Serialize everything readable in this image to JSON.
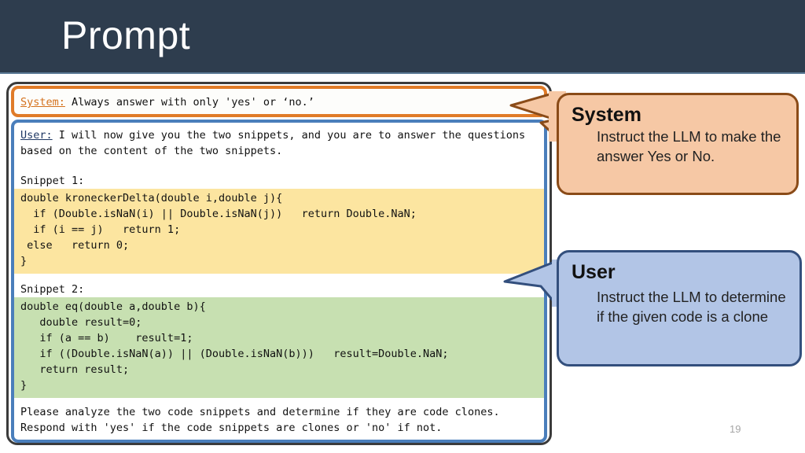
{
  "slide": {
    "title": "Prompt",
    "page_number": "19",
    "header_bg": "#2e3d4e",
    "accent_color": "#5b7a96"
  },
  "prompt": {
    "system": {
      "label": "System:",
      "text": " Always answer with only 'yes' or ‘no.’",
      "border_color": "#e07b28",
      "label_color": "#d4711c"
    },
    "user": {
      "label": "User:",
      "intro_text": " I will now give you the two snippets, and you are to answer the questions based on the content of the two snippets.",
      "border_color": "#4a7ebb",
      "label_color": "#1f3864",
      "snippet1_caption": "Snippet 1:",
      "snippet1_bg": "#fce5a0",
      "snippet1_lines": [
        "double kroneckerDelta(double i,double j){",
        "  if (Double.isNaN(i) || Double.isNaN(j))   return Double.NaN;",
        "  if (i == j)   return 1;",
        " else   return 0;",
        "}"
      ],
      "snippet2_caption": "Snippet 2:",
      "snippet2_bg": "#c7e0b1",
      "snippet2_lines": [
        "double eq(double a,double b){",
        "   double result=0;",
        "   if (a == b)    result=1;",
        "   if ((Double.isNaN(a)) || (Double.isNaN(b)))   result=Double.NaN;",
        "   return result;",
        "}"
      ],
      "closing_instruction": " Please analyze the two code snippets and determine if they are code clones. Respond with 'yes' if the code snippets are clones or 'no' if not."
    }
  },
  "callouts": [
    {
      "title": "System",
      "body": "Instruct the LLM to make the answer Yes or No.",
      "fill": "#f6c8a5",
      "stroke": "#8a4b18"
    },
    {
      "title": "User",
      "body": "Instruct the LLM to determine if the given code is a clone",
      "fill": "#b2c5e6",
      "stroke": "#334f7d"
    }
  ]
}
